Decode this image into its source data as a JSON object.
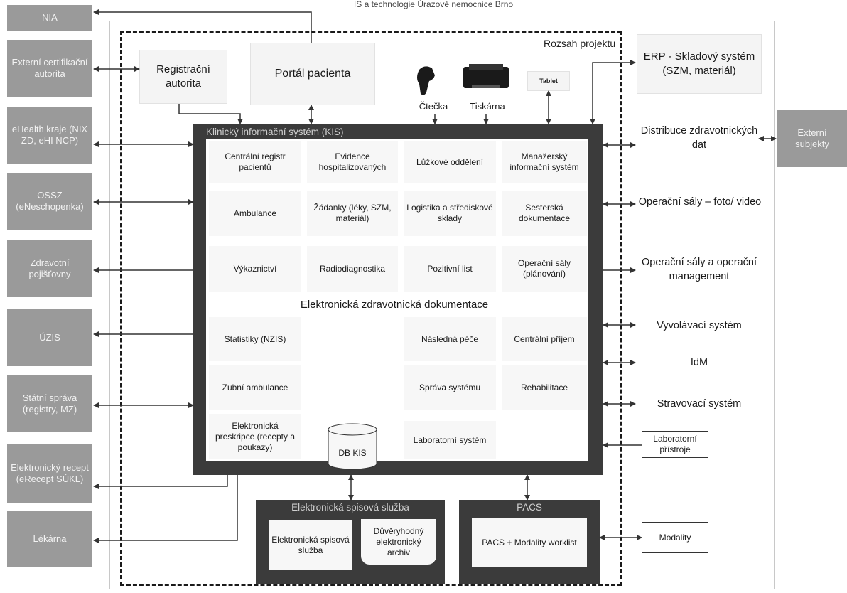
{
  "title": "IS a technologie Úrazové nemocnice Brno",
  "scope_label": "Rozsah projektu",
  "left_entities": [
    "NIA",
    "Externí certifikační autorita",
    "eHealth kraje (NIX ZD, eHI NCP)",
    "OSSZ (eNeschopenka)",
    "Zdravotní pojišťovny",
    "ÚZIS",
    "Státní správa (registry, MZ)",
    "Elektronický recept (eRecept SÚKL)",
    "Lékárna"
  ],
  "top_boxes": {
    "registration": "Registrační autorita",
    "portal": "Portál pacienta"
  },
  "devices": {
    "reader": "Čtečka",
    "printer": "Tiskárna",
    "tablet": "Tablet"
  },
  "kis": {
    "title": "Klinický informační systém (KIS)",
    "modules": [
      "Centrální registr pacientů",
      "Evidence hospitalizovaných",
      "Lůžkové oddělení",
      "Manažerský informační systém",
      "Ambulance",
      "Žádanky (léky, SZM, materiál)",
      "Logistika a střediskové sklady",
      "Sesterská dokumentace",
      "Výkaznictví",
      "Radiodiagnostika",
      "Pozitivní list",
      "Operační sály (plánování)",
      "Statistiky (NZIS)",
      "Následná péče",
      "Centrální příjem",
      "Zubní ambulance",
      "Správa systému",
      "Rehabilitace",
      "Elektronická preskripce (recepty a poukazy)",
      "Laboratorní systém"
    ],
    "ezd": "Elektronická zdravotnická dokumentace",
    "db": "DB KIS"
  },
  "right_entities": [
    "ERP - Skladový systém (SZM, materiál)",
    "Distribuce zdravotnických dat",
    "Operační sály – foto/ video",
    "Operační sály a operační management",
    "Vyvolávací systém",
    "IdM",
    "Stravovací systém"
  ],
  "external": "Externí subjekty",
  "lab_devices": "Laboratorní přístroje",
  "modality": "Modality",
  "ess": {
    "title": "Elektronická spisová služba",
    "item1": "Elektronická spisová služba",
    "item2": "Důvěryhodný elektronický archiv"
  },
  "pacs": {
    "title": "PACS",
    "item": "PACS + Modality worklist"
  },
  "colors": {
    "gray_box": "#9a9a9a",
    "kis_frame": "#3b3b3b",
    "cell": "#f7f7f7",
    "line": "#333333"
  }
}
